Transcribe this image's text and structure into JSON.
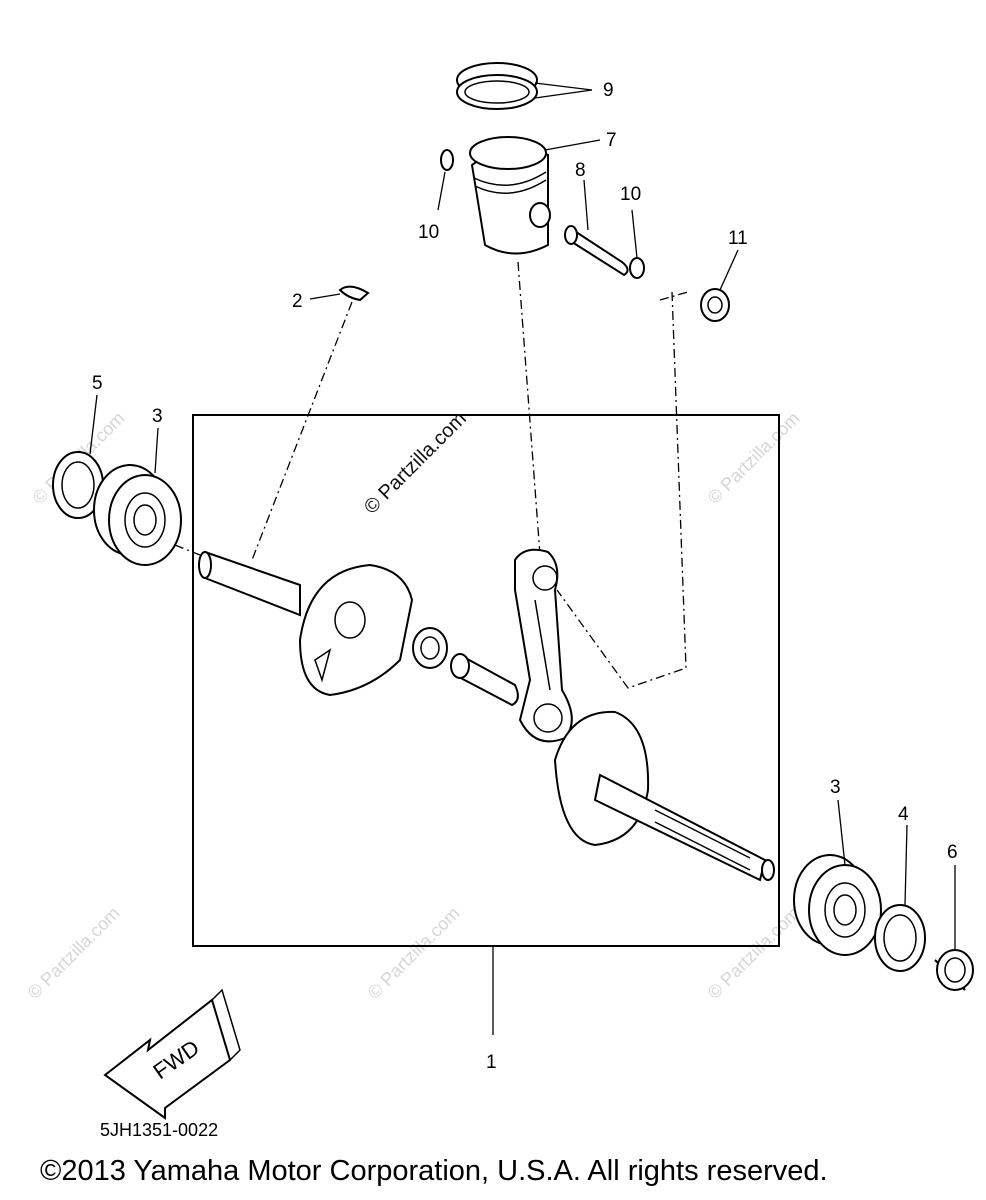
{
  "diagram": {
    "labels": {
      "p1": "1",
      "p2": "2",
      "p3a": "3",
      "p3b": "3",
      "p4": "4",
      "p5": "5",
      "p6": "6",
      "p7": "7",
      "p8": "8",
      "p9": "9",
      "p10a": "10",
      "p10b": "10",
      "p11": "11"
    },
    "fwd_label": "FWD",
    "watermark_main": "© Partzilla.com",
    "watermark_faint": "© Partzilla.com"
  },
  "footer": {
    "diagram_code": "5JH1351-0022",
    "copyright": "©2013  Yamaha Motor Corporation, U.S.A. All rights reserved."
  }
}
